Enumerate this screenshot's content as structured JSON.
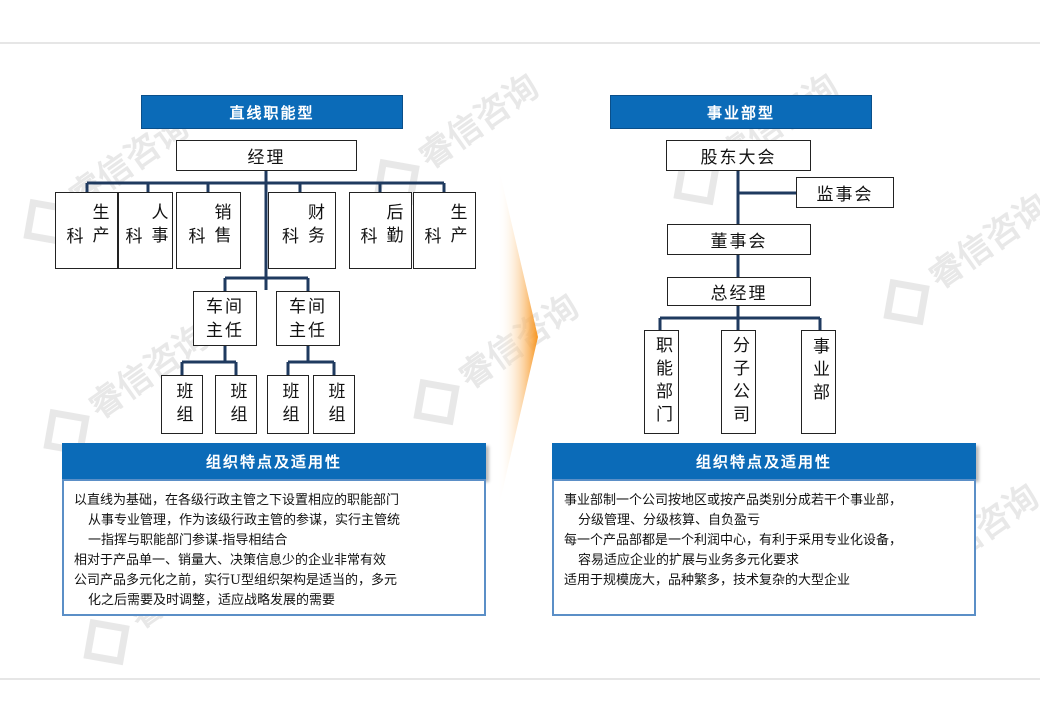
{
  "left": {
    "title": "直线职能型",
    "manager": "经理",
    "depts": [
      {
        "c1": "科",
        "c2": "生产"
      },
      {
        "c1": "科",
        "c2": "人事"
      },
      {
        "c1": "科",
        "c2": "销售"
      },
      {
        "c1": "科",
        "c2": "财务"
      },
      {
        "c1": "科",
        "c2": "后勤"
      },
      {
        "c1": "科",
        "c2": "生产"
      }
    ],
    "workshops": [
      "车间\n主任",
      "车间\n主任"
    ],
    "teams": [
      "班组",
      "班组",
      "班组",
      "班组"
    ],
    "features_title": "组织特点及适用性",
    "features": [
      "以直线为基础，在各级行政主管之下设置相应的职能部门",
      "从事专业管理，作为该级行政主管的参谋，实行主管统",
      "一指挥与职能部门参谋-指导相结合",
      "相对于产品单一、销量大、决策信息少的企业非常有效",
      "公司产品多元化之前，实行U型组织架构是适当的，多元",
      "化之后需要及时调整，适应战略发展的需要"
    ]
  },
  "right": {
    "title": "事业部型",
    "shareholders": "股东大会",
    "supervisors": "监事会",
    "board": "董事会",
    "gm": "总经理",
    "units": [
      "职能部门",
      "分子公司",
      "事业部"
    ],
    "features_title": "组织特点及适用性",
    "features": [
      "事业部制一个公司按地区或按产品类别分成若干个事业部，",
      "分级管理、分级核算、自负盈亏",
      "每一个产品部都是一个利润中心，有利于采用专业化设备，",
      "容易适应企业的扩展与业务多元化要求",
      "适用于规模庞大，品种繁多，技术复杂的大型企业"
    ]
  },
  "watermark": "睿信咨询",
  "colors": {
    "title_bg": "#0b6bb8",
    "border_blue": "#5b8fc7",
    "line": "#1f3a5f",
    "arrow": "#f7941d"
  }
}
